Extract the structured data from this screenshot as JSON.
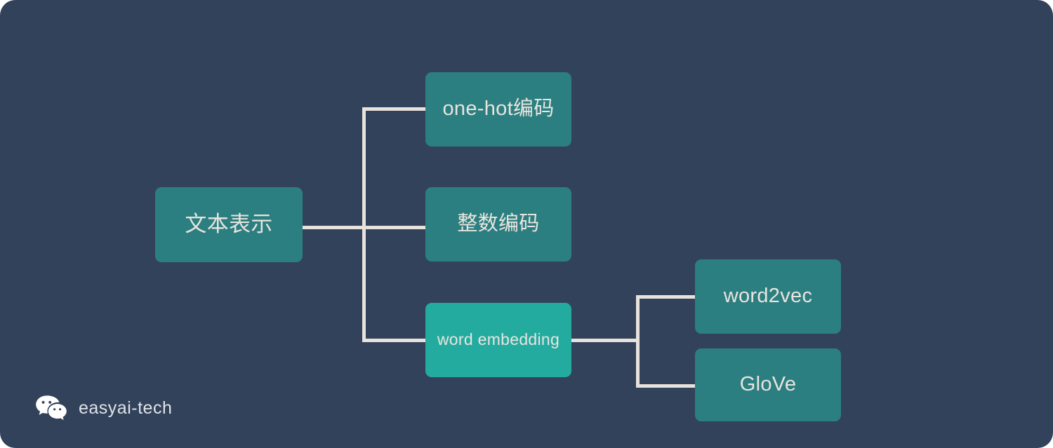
{
  "canvas": {
    "background_color": "#33425b",
    "line_color": "#e8e2dc",
    "node_color": "#2b7f80",
    "node_highlight_color": "#24aba0",
    "text_color": "#e9e4de"
  },
  "diagram": {
    "type": "mindmap",
    "root": {
      "label": "文本表示"
    },
    "branches": [
      {
        "label": "one-hot编码",
        "highlight": false,
        "children": []
      },
      {
        "label": "整数编码",
        "highlight": false,
        "children": []
      },
      {
        "label": "word embedding",
        "highlight": true,
        "children": [
          {
            "label": "word2vec"
          },
          {
            "label": "GloVe"
          }
        ]
      }
    ]
  },
  "footer": {
    "icon": "wechat-icon",
    "account_name": "easyai-tech"
  }
}
